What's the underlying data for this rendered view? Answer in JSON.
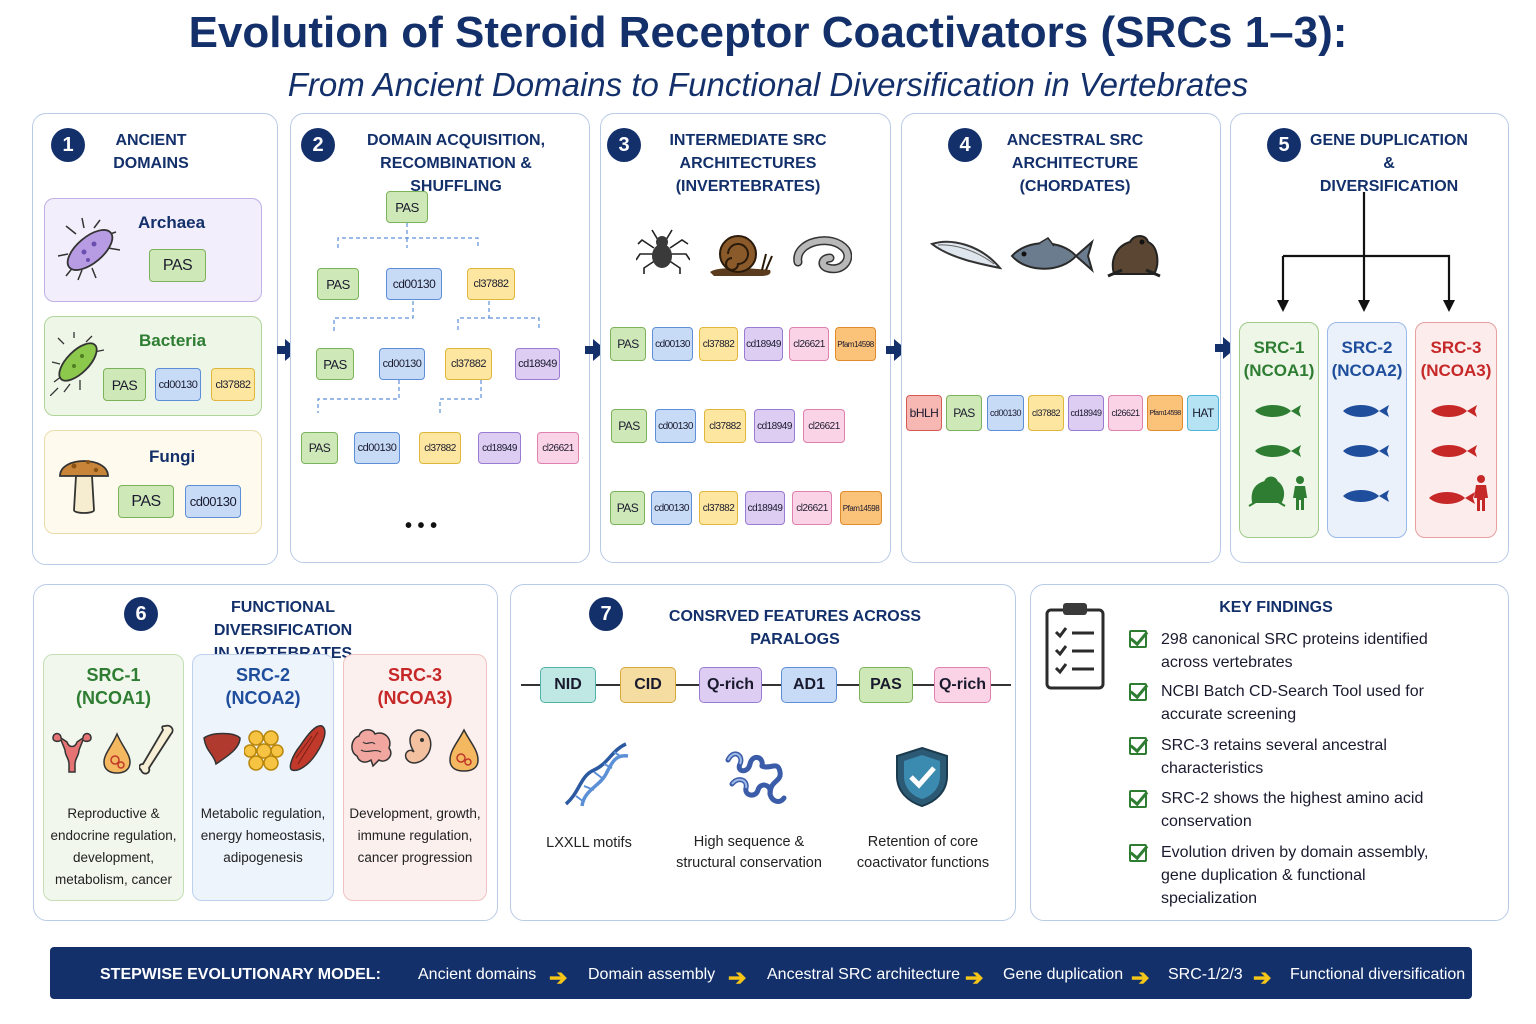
{
  "title": "Evolution of Steroid Receptor Coactivators (SRCs 1–3):",
  "subtitle": "From Ancient Domains to Functional Diversification in Vertebrates",
  "panel1": {
    "num": "1",
    "title_l1": "ANCIENT",
    "title_l2": "DOMAINS",
    "archaea": {
      "name": "Archaea",
      "domains": [
        "PAS"
      ]
    },
    "bacteria": {
      "name": "Bacteria",
      "domains": [
        "PAS",
        "cd00130",
        "cl37882"
      ]
    },
    "fungi": {
      "name": "Fungi",
      "domains": [
        "PAS",
        "cd00130"
      ]
    }
  },
  "panel2": {
    "num": "2",
    "title_l1": "DOMAIN ACQUISITION,",
    "title_l2": "RECOMBINATION & SHUFFLING",
    "row0": [
      "PAS"
    ],
    "row1": [
      "PAS",
      "cd00130",
      "cl37882"
    ],
    "row2": [
      "PAS",
      "cd00130",
      "cl37882",
      "cd18949"
    ],
    "row3": [
      "PAS",
      "cd00130",
      "cl37882",
      "cd18949",
      "cl26621"
    ],
    "ellipsis": "• • •"
  },
  "panel3": {
    "num": "3",
    "title_l1": "INTERMEDIATE SRC",
    "title_l2": "ARCHITECTURES",
    "title_l3": "(INVERTEBRATES)",
    "row1": [
      "PAS",
      "cd00130",
      "cl37882",
      "cd18949",
      "cl26621",
      "Pfam14598"
    ],
    "row2": [
      "PAS",
      "cd00130",
      "cl37882",
      "cd18949",
      "cl26621"
    ],
    "row3": [
      "PAS",
      "cd00130",
      "cl37882",
      "cd18949",
      "cl26621",
      "Pfam14598"
    ]
  },
  "panel4": {
    "num": "4",
    "title_l1": "ANCESTRAL SRC",
    "title_l2": "ARCHITECTURE",
    "title_l3": "(CHORDATES)",
    "domains": [
      "bHLH",
      "PAS",
      "cd00130",
      "cl37882",
      "cd18949",
      "cl26621",
      "Pfam14598",
      "HAT"
    ]
  },
  "panel5": {
    "num": "5",
    "title_l1": "GENE DUPLICATION &",
    "title_l2": "DIVERSIFICATION",
    "src1": {
      "name": "SRC-1",
      "alt": "(NCOA1)",
      "color": "#2e7d32"
    },
    "src2": {
      "name": "SRC-2",
      "alt": "(NCOA2)",
      "color": "#1f4e9c"
    },
    "src3": {
      "name": "SRC-3",
      "alt": "(NCOA3)",
      "color": "#c62828"
    }
  },
  "panel6": {
    "num": "6",
    "title_l1": "FUNCTIONAL DIVERSIFICATION",
    "title_l2": "IN VERTEBRATES",
    "src1": {
      "name": "SRC-1",
      "alt": "(NCOA1)",
      "desc": [
        "Reproductive &",
        "endocrine regulation,",
        "development,",
        "metabolism, cancer"
      ]
    },
    "src2": {
      "name": "SRC-2",
      "alt": "(NCOA2)",
      "desc": [
        "Metabolic regulation,",
        "energy homeostasis,",
        "adipogenesis"
      ]
    },
    "src3": {
      "name": "SRC-3",
      "alt": "(NCOA3)",
      "desc": [
        "Development, growth,",
        "immune regulation,",
        "cancer progression"
      ]
    }
  },
  "panel7": {
    "num": "7",
    "title": "CONSRVED FEATURES ACROSS PARALOGS",
    "domains": [
      "NID",
      "CID",
      "Q-rich",
      "AD1",
      "PAS",
      "Q-rich"
    ],
    "cap1": [
      "LXXLL motifs"
    ],
    "cap2": [
      "High sequence &",
      "structural conservation"
    ],
    "cap3": [
      "Retention of core",
      "coactivator functions"
    ]
  },
  "key_findings": {
    "title": "KEY FINDINGS",
    "items": [
      [
        "298 canonical SRC proteins identified",
        "across vertebrates"
      ],
      [
        "NCBI Batch CD-Search Tool used for",
        "accurate screening"
      ],
      [
        "SRC-3 retains several ancestral",
        "characteristics"
      ],
      [
        "SRC-2 shows the highest amino acid",
        "conservation"
      ],
      [
        "Evolution driven by domain assembly,",
        "gene duplication & functional",
        "specialization"
      ]
    ]
  },
  "bottom": {
    "label": "STEPWISE EVOLUTIONARY MODEL:",
    "steps": [
      "Ancient domains",
      "Domain assembly",
      "Ancestral SRC architecture",
      "Gene duplication",
      "SRC-1/2/3",
      "Functional diversification"
    ],
    "arrow": "➔"
  }
}
